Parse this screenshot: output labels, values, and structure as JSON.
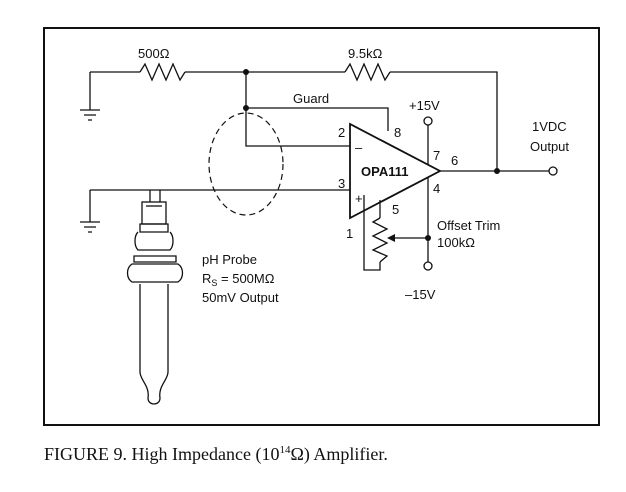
{
  "labels": {
    "r_input": "500Ω",
    "r_feedback": "9.5kΩ",
    "guard": "Guard",
    "plus15": "+15V",
    "minus15": "–15V",
    "output_line1": "1VDC",
    "output_line2": "Output",
    "opamp": "OPA111",
    "offset_trim": "Offset Trim",
    "trim_value": "100kΩ",
    "probe_line1": "pH Probe",
    "probe_rs_prefix": "R",
    "probe_rs_sub": "S",
    "probe_rs_suffix": " = 500MΩ",
    "probe_line3": "50mV Output"
  },
  "pins": {
    "p1": "1",
    "p2": "2",
    "p3": "3",
    "p4": "4",
    "p5": "5",
    "p6": "6",
    "p7": "7",
    "p8": "8",
    "minus": "–",
    "plus": "+"
  },
  "caption": {
    "prefix": "FIGURE 9. High Impedance (10",
    "superscript": "14",
    "suffix": "Ω) Amplifier."
  }
}
